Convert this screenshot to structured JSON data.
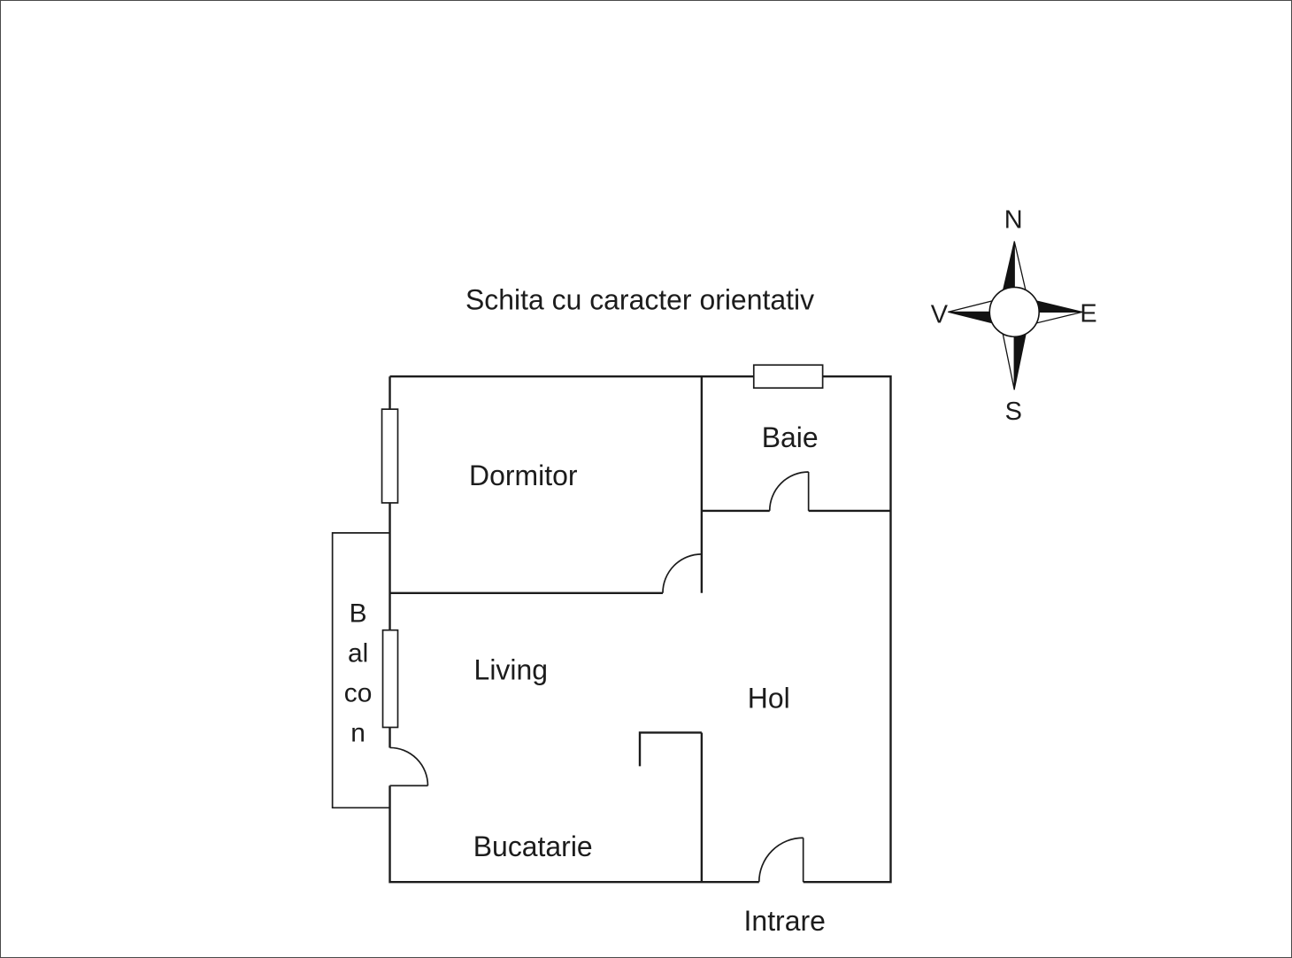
{
  "title": "Schita cu caracter orientativ",
  "compass": {
    "north": "N",
    "east": "E",
    "south": "S",
    "west": "V"
  },
  "rooms": {
    "dormitor": "Dormitor",
    "baie": "Baie",
    "living": "Living",
    "hol": "Hol",
    "bucatarie": "Bucatarie",
    "balcon": [
      "B",
      "al",
      "co",
      "n"
    ],
    "intrare": "Intrare"
  },
  "colors": {
    "line": "#1c1c1c",
    "background": "#ffffff"
  }
}
